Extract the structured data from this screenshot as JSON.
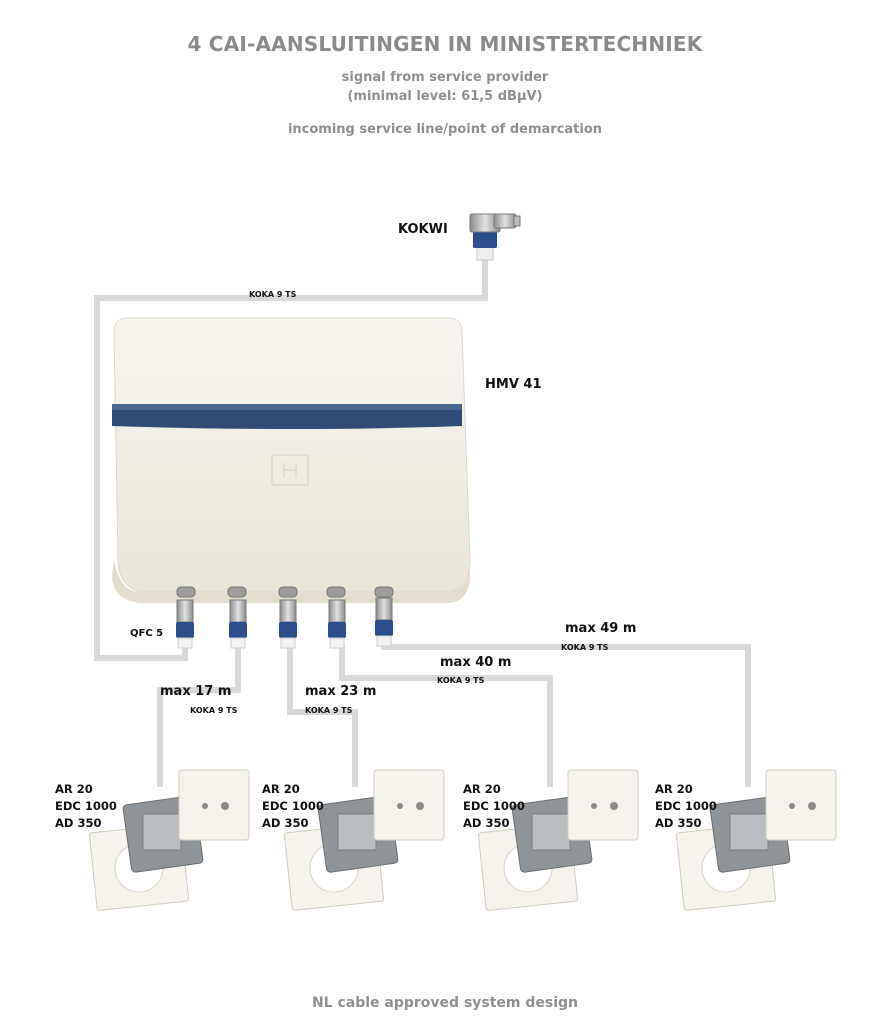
{
  "title": "4 CAI-AANSLUITINGEN IN MINISTERTECHNIEK",
  "signal_line1": "signal from service provider",
  "signal_line2": "(minimal level: 61,5 dBµV)",
  "service_line": "incoming service line/point of demarcation",
  "kokwi_label": "KOKWI",
  "hmv_label": "HMV 41",
  "qfc_label": "QFC 5",
  "cable_label": "KOKA 9 TS",
  "cables": [
    {
      "max": "max 17 m",
      "cable": "KOKA 9 TS"
    },
    {
      "max": "max 23 m",
      "cable": "KOKA 9 TS"
    },
    {
      "max": "max 40 m",
      "cable": "KOKA 9 TS"
    },
    {
      "max": "max 49 m",
      "cable": "KOKA 9 TS"
    }
  ],
  "outlets": [
    {
      "line1": "AR 20",
      "line2": "EDC 1000",
      "line3": "AD 350"
    },
    {
      "line1": "AR 20",
      "line2": "EDC 1000",
      "line3": "AD 350"
    },
    {
      "line1": "AR 20",
      "line2": "EDC 1000",
      "line3": "AD 350"
    },
    {
      "line1": "AR 20",
      "line2": "EDC 1000",
      "line3": "AD 350"
    }
  ],
  "footer": "NL cable approved system design",
  "colors": {
    "cable": "#d6d6d6",
    "housing": "#f3f0e6",
    "stripe": "#2f4b78",
    "connector_blue": "#2a4f8c",
    "title_gray": "#8a8a8a"
  }
}
